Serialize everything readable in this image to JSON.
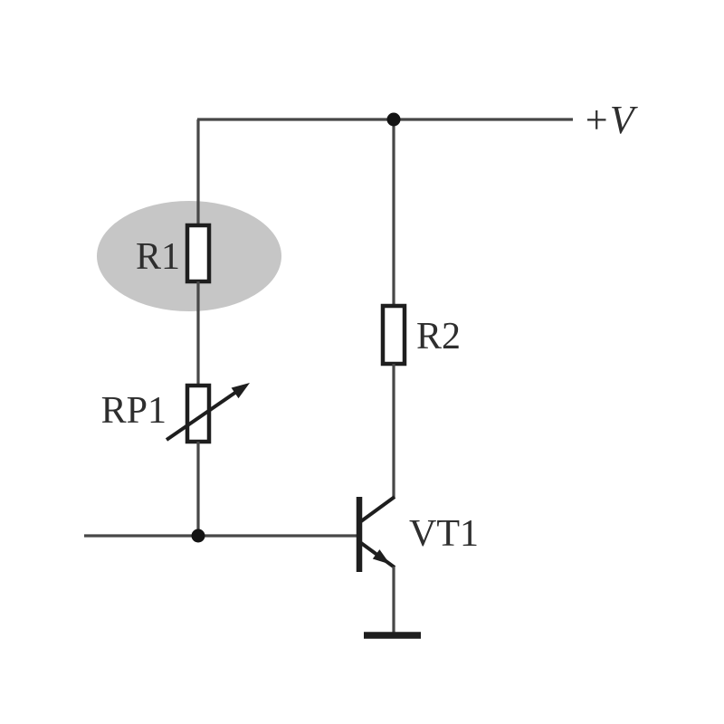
{
  "diagram": {
    "type": "circuit-schematic",
    "description": "Transistor bias circuit with resistor R1 emphasized by a gray highlight ellipse"
  },
  "labels": {
    "supply": "+V",
    "r1": "R1",
    "rp1": "RP1",
    "r2": "R2",
    "transistor": "VT1"
  },
  "components": [
    {
      "designator": "R1",
      "kind": "resistor",
      "highlighted": true
    },
    {
      "designator": "RP1",
      "kind": "variable-resistor",
      "highlighted": false
    },
    {
      "designator": "R2",
      "kind": "resistor",
      "highlighted": false
    },
    {
      "designator": "VT1",
      "kind": "npn-transistor",
      "highlighted": false
    }
  ],
  "symbols": [
    "supply-rail",
    "junction-dot",
    "junction-dot",
    "ground"
  ],
  "colors": {
    "bg": "#ffffff",
    "wire": "#474747",
    "component": "#1e1e1e",
    "label": "#2e2e2e",
    "highlight": "#c6c6c6",
    "dot": "#131313",
    "resistor_fill": "#ffffff"
  }
}
